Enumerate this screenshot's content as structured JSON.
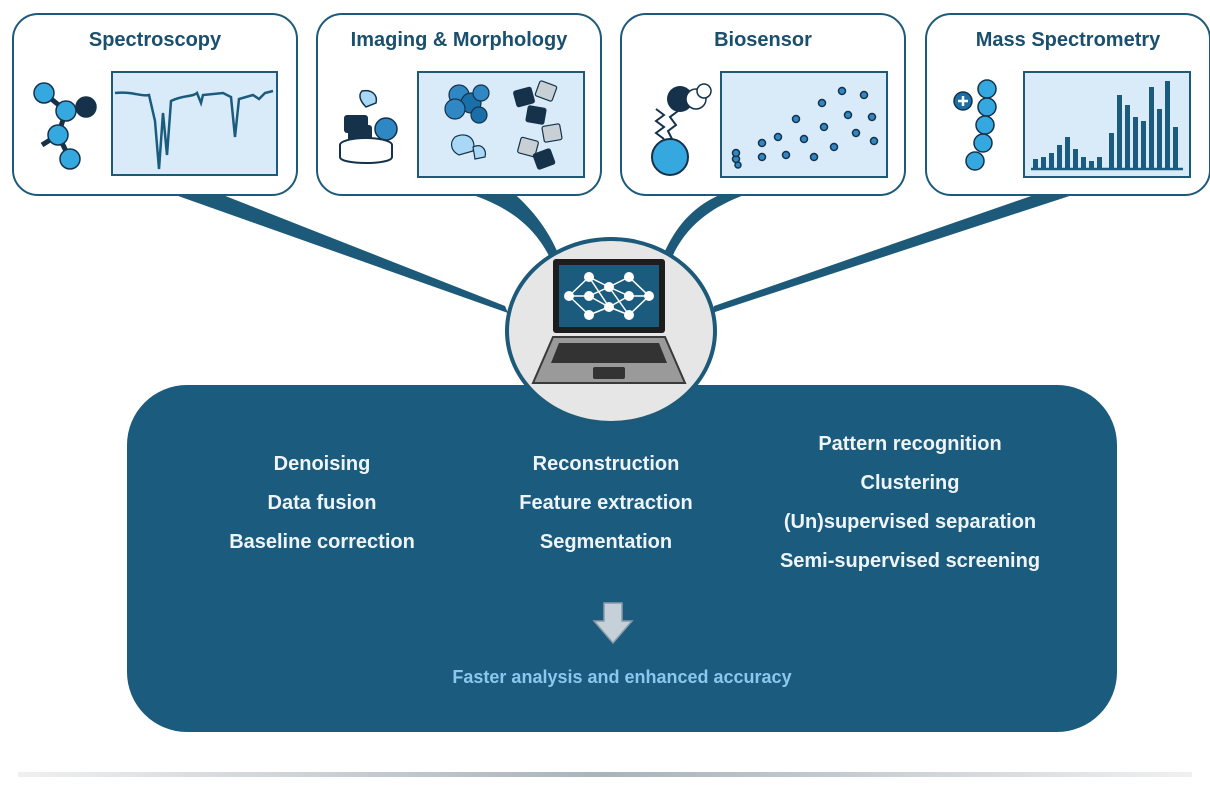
{
  "techniques": [
    {
      "title": "Spectroscopy",
      "icon": "molecule-icon",
      "panel": "spectrum-plot"
    },
    {
      "title": "Imaging & Morphology",
      "icon": "sample-dish-icon",
      "panel": "particle-images"
    },
    {
      "title": "Biosensor",
      "icon": "receptor-binding-icon",
      "panel": "scatter-signal-plot"
    },
    {
      "title": "Mass Spectrometry",
      "icon": "charged-peptide-icon",
      "panel": "mass-spectrum-bars"
    }
  ],
  "hub": {
    "icon": "laptop-neural-network-icon"
  },
  "methods": {
    "column1": [
      "Denoising",
      "Data fusion",
      "Baseline correction"
    ],
    "column2": [
      "Reconstruction",
      "Feature extraction",
      "Segmentation"
    ],
    "column3": [
      "Pattern recognition",
      "Clustering",
      "(Un)supervised separation",
      "Semi-supervised screening"
    ]
  },
  "arrow": {
    "icon": "down-arrow-icon"
  },
  "result": "Faster analysis and enhanced accuracy",
  "colors": {
    "primary": "#1a5b7e",
    "panel_fill": "#d9eaf8",
    "light_blue": "#35a8e0",
    "navy": "#15324a",
    "result_text": "#8cc7ec"
  }
}
